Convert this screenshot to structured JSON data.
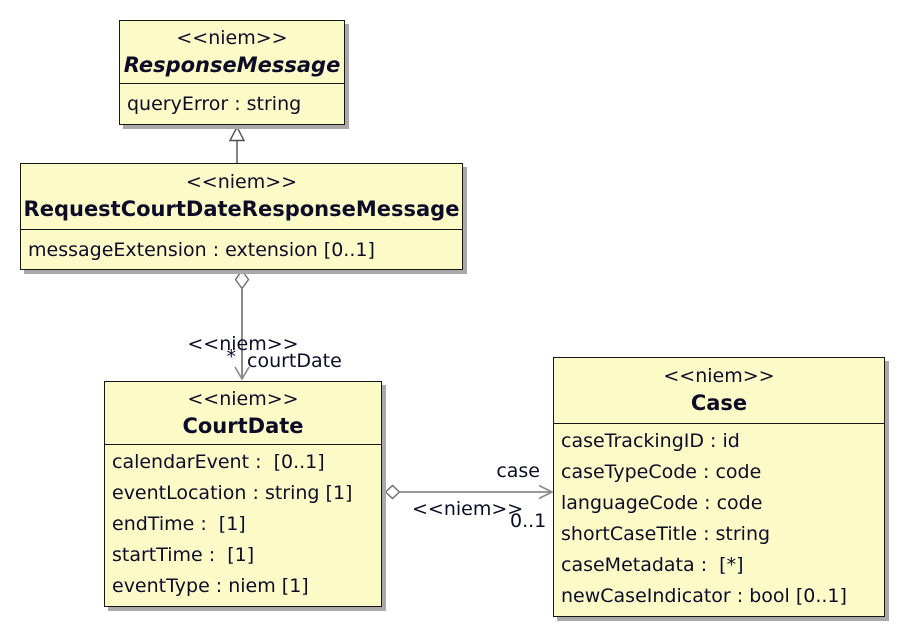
{
  "diagram": {
    "kind": "uml-class-diagram",
    "colors": {
      "background": "#ffffff",
      "class_fill": "#fcfbc8",
      "class_border": "#161616",
      "class_shadow": "#a9a9a9",
      "text": "#0c0c28",
      "association_line": "#8b8b8b",
      "generalization_line": "#4f4f4f"
    }
  },
  "classes": [
    {
      "stereotype": "<<niem>>",
      "name": "ResponseMessage",
      "abstract": true,
      "attributes": [
        "queryError : string"
      ]
    },
    {
      "stereotype": "<<niem>>",
      "name": "RequestCourtDateResponseMessage",
      "abstract": false,
      "attributes": [
        "messageExtension : extension [0..1]"
      ]
    },
    {
      "stereotype": "<<niem>>",
      "name": "CourtDate",
      "abstract": false,
      "attributes": [
        "calendarEvent :  [0..1]",
        "eventLocation : string [1]",
        "endTime :  [1]",
        "startTime :  [1]",
        "eventType : niem [1]"
      ]
    },
    {
      "stereotype": "<<niem>>",
      "name": "Case",
      "abstract": false,
      "attributes": [
        "caseTrackingID : id",
        "caseTypeCode : code",
        "languageCode : code",
        "shortCaseTitle : string",
        "caseMetadata :  [*]",
        "newCaseIndicator : bool [0..1]"
      ]
    }
  ],
  "connectors": {
    "generalization": {
      "type": "generalization",
      "from": "RequestCourtDateResponseMessage",
      "to": "ResponseMessage"
    },
    "courtdate_aggregation": {
      "type": "aggregation",
      "from": "RequestCourtDateResponseMessage",
      "to": "CourtDate",
      "stereotype": "<<niem>>",
      "multiplicity": "*",
      "role": "courtDate"
    },
    "case_aggregation": {
      "type": "aggregation",
      "from": "CourtDate",
      "to": "Case",
      "stereotype": "<<niem>>",
      "multiplicity": "0..1",
      "role": "case"
    }
  }
}
